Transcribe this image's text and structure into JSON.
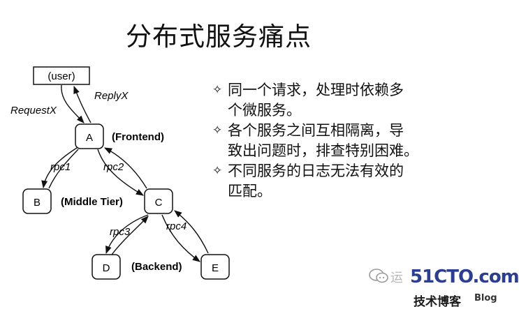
{
  "title": "分布式服务痛点",
  "diagram": {
    "nodes": {
      "user": "(user)",
      "A": "A",
      "B": "B",
      "C": "C",
      "D": "D",
      "E": "E"
    },
    "edge_labels": {
      "request": "RequestX",
      "reply": "ReplyX",
      "rpc1": "rpc1",
      "rpc2": "rpc2",
      "rpc3": "rpc3",
      "rpc4": "rpc4"
    },
    "tier_labels": {
      "frontend": "(Frontend)",
      "middle": "(Middle Tier)",
      "backend": "(Backend)"
    }
  },
  "bullets": [
    {
      "marker": "✧",
      "lines": [
        "同一个请求，处理时依赖多",
        "个微服务。"
      ]
    },
    {
      "marker": "✧",
      "lines": [
        "各个服务之间互相隔离，导",
        "致出问题时，排查特别困难。"
      ]
    },
    {
      "marker": "✧",
      "lines": [
        "不同服务的日志无法有效的",
        "匹配。"
      ]
    }
  ],
  "watermark": {
    "faded_text": "运",
    "site": "51CTO.com",
    "sub": "技术博客",
    "blog": "Blog",
    "icon": "chat-bubble-icon"
  }
}
